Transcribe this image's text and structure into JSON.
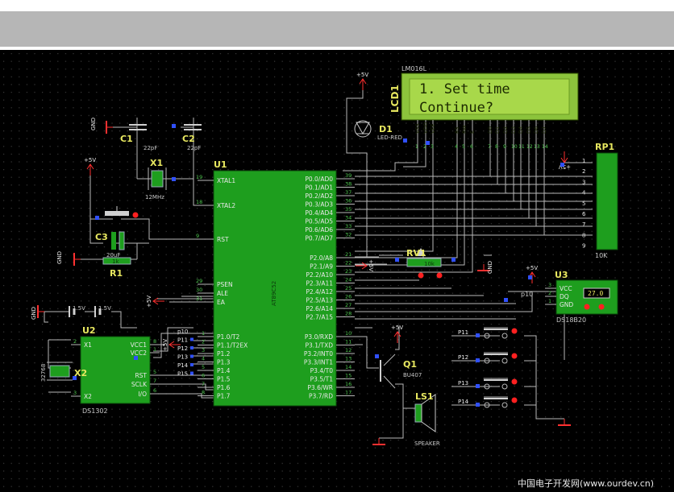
{
  "lcd": {
    "ref": "LCD1",
    "part": "LM016L",
    "line1": "1. Set time",
    "line2": "Continue?",
    "pins": [
      "VSS",
      "VDD",
      "VEE",
      "RS",
      "RW",
      "E",
      "D0",
      "D1",
      "D2",
      "D3",
      "D4",
      "D5",
      "D6",
      "D7"
    ],
    "pin_numbers": [
      "1",
      "2",
      "3",
      "4",
      "5",
      "6",
      "7",
      "8",
      "9",
      "10",
      "11",
      "12",
      "13",
      "14"
    ]
  },
  "power": {
    "vcc": "+5V",
    "gnd": "GND"
  },
  "d1": {
    "ref": "D1",
    "part": "LED-RED"
  },
  "c1": {
    "ref": "C1",
    "value": "22pF"
  },
  "c2": {
    "ref": "C2",
    "value": "22pF"
  },
  "x1": {
    "ref": "X1",
    "value": "12MHz"
  },
  "c3": {
    "ref": "C3",
    "value": "20uF"
  },
  "r1": {
    "ref": "R1",
    "value": "1k"
  },
  "rp1": {
    "ref": "RP1",
    "value": "10K",
    "pins": [
      "1",
      "2",
      "3",
      "4",
      "5",
      "6",
      "7",
      "8",
      "9"
    ]
  },
  "rv1": {
    "ref": "RV1",
    "value": "10k"
  },
  "u1": {
    "ref": "U1",
    "part": "AT89C52",
    "left_pins": [
      {
        "num": "19",
        "name": "XTAL1"
      },
      {
        "num": "18",
        "name": "XTAL2"
      },
      {
        "num": "9",
        "name": "RST"
      },
      {
        "num": "29",
        "name": "PSEN"
      },
      {
        "num": "30",
        "name": "ALE"
      },
      {
        "num": "31",
        "name": "EA"
      }
    ],
    "p1_pins": [
      {
        "num": "1",
        "name": "P1.0/T2"
      },
      {
        "num": "2",
        "name": "P1.1/T2EX"
      },
      {
        "num": "3",
        "name": "P1.2"
      },
      {
        "num": "4",
        "name": "P1.3"
      },
      {
        "num": "5",
        "name": "P1.4"
      },
      {
        "num": "6",
        "name": "P1.5"
      },
      {
        "num": "7",
        "name": "P1.6"
      },
      {
        "num": "8",
        "name": "P1.7"
      }
    ],
    "p0_pins": [
      {
        "num": "39",
        "name": "P0.0/AD0"
      },
      {
        "num": "38",
        "name": "P0.1/AD1"
      },
      {
        "num": "37",
        "name": "P0.2/AD2"
      },
      {
        "num": "36",
        "name": "P0.3/AD3"
      },
      {
        "num": "35",
        "name": "P0.4/AD4"
      },
      {
        "num": "34",
        "name": "P0.5/AD5"
      },
      {
        "num": "33",
        "name": "P0.6/AD6"
      },
      {
        "num": "32",
        "name": "P0.7/AD7"
      }
    ],
    "p2_pins": [
      {
        "num": "21",
        "name": "P2.0/A8"
      },
      {
        "num": "22",
        "name": "P2.1/A9"
      },
      {
        "num": "23",
        "name": "P2.2/A10"
      },
      {
        "num": "24",
        "name": "P2.3/A11"
      },
      {
        "num": "25",
        "name": "P2.4/A12"
      },
      {
        "num": "26",
        "name": "P2.5/A13"
      },
      {
        "num": "27",
        "name": "P2.6/A14"
      },
      {
        "num": "28",
        "name": "P2.7/A15"
      }
    ],
    "p3_pins": [
      {
        "num": "10",
        "name": "P3.0/RXD"
      },
      {
        "num": "11",
        "name": "P3.1/TXD"
      },
      {
        "num": "12",
        "name": "P3.2/INT0"
      },
      {
        "num": "13",
        "name": "P3.3/INT1"
      },
      {
        "num": "14",
        "name": "P3.4/T0"
      },
      {
        "num": "15",
        "name": "P3.5/T1"
      },
      {
        "num": "16",
        "name": "P3.6/WR"
      },
      {
        "num": "17",
        "name": "P3.7/RD"
      }
    ]
  },
  "u2": {
    "ref": "U2",
    "part": "DS1302",
    "left_pins": [
      {
        "num": "2",
        "name": "X1"
      },
      {
        "num": "3",
        "name": "X2"
      }
    ],
    "right_pins": [
      {
        "num": "8",
        "name": "VCC1"
      },
      {
        "num": "1",
        "name": "VCC2"
      },
      {
        "num": "5",
        "name": "RST"
      },
      {
        "num": "7",
        "name": "SCLK"
      },
      {
        "num": "6",
        "name": "I/O"
      }
    ]
  },
  "x2": {
    "ref": "X2",
    "value": "32768"
  },
  "batteries": [
    "1.5V",
    "1.5V"
  ],
  "net_labels": [
    "p10",
    "P11",
    "P12",
    "P13",
    "P14",
    "P15"
  ],
  "q1": {
    "ref": "Q1",
    "part": "BU407"
  },
  "ls1": {
    "ref": "LS1",
    "part": "SPEAKER"
  },
  "u3": {
    "ref": "U3",
    "part": "DS18B20",
    "pins": [
      "VCC",
      "DQ",
      "GND"
    ],
    "pin_numbers": [
      "3",
      "2",
      "1"
    ],
    "readout": "27.0",
    "net": "p10"
  },
  "switches": [
    "P11",
    "P12",
    "P13",
    "P14"
  ],
  "watermark": "中国电子开发网(www.ourdev.cn)",
  "colors": {
    "sheet": "#000000",
    "grid": "#3a3a3a",
    "wire": "#b8b8b8",
    "chip": "#1e9e1e",
    "lcd_bg": "#8cc43c",
    "lcd_text": "#1c2a00",
    "label": "#e8e860",
    "pin_num": "#50c850",
    "probe_red": "#ff2020",
    "probe_blue": "#3050ff"
  }
}
